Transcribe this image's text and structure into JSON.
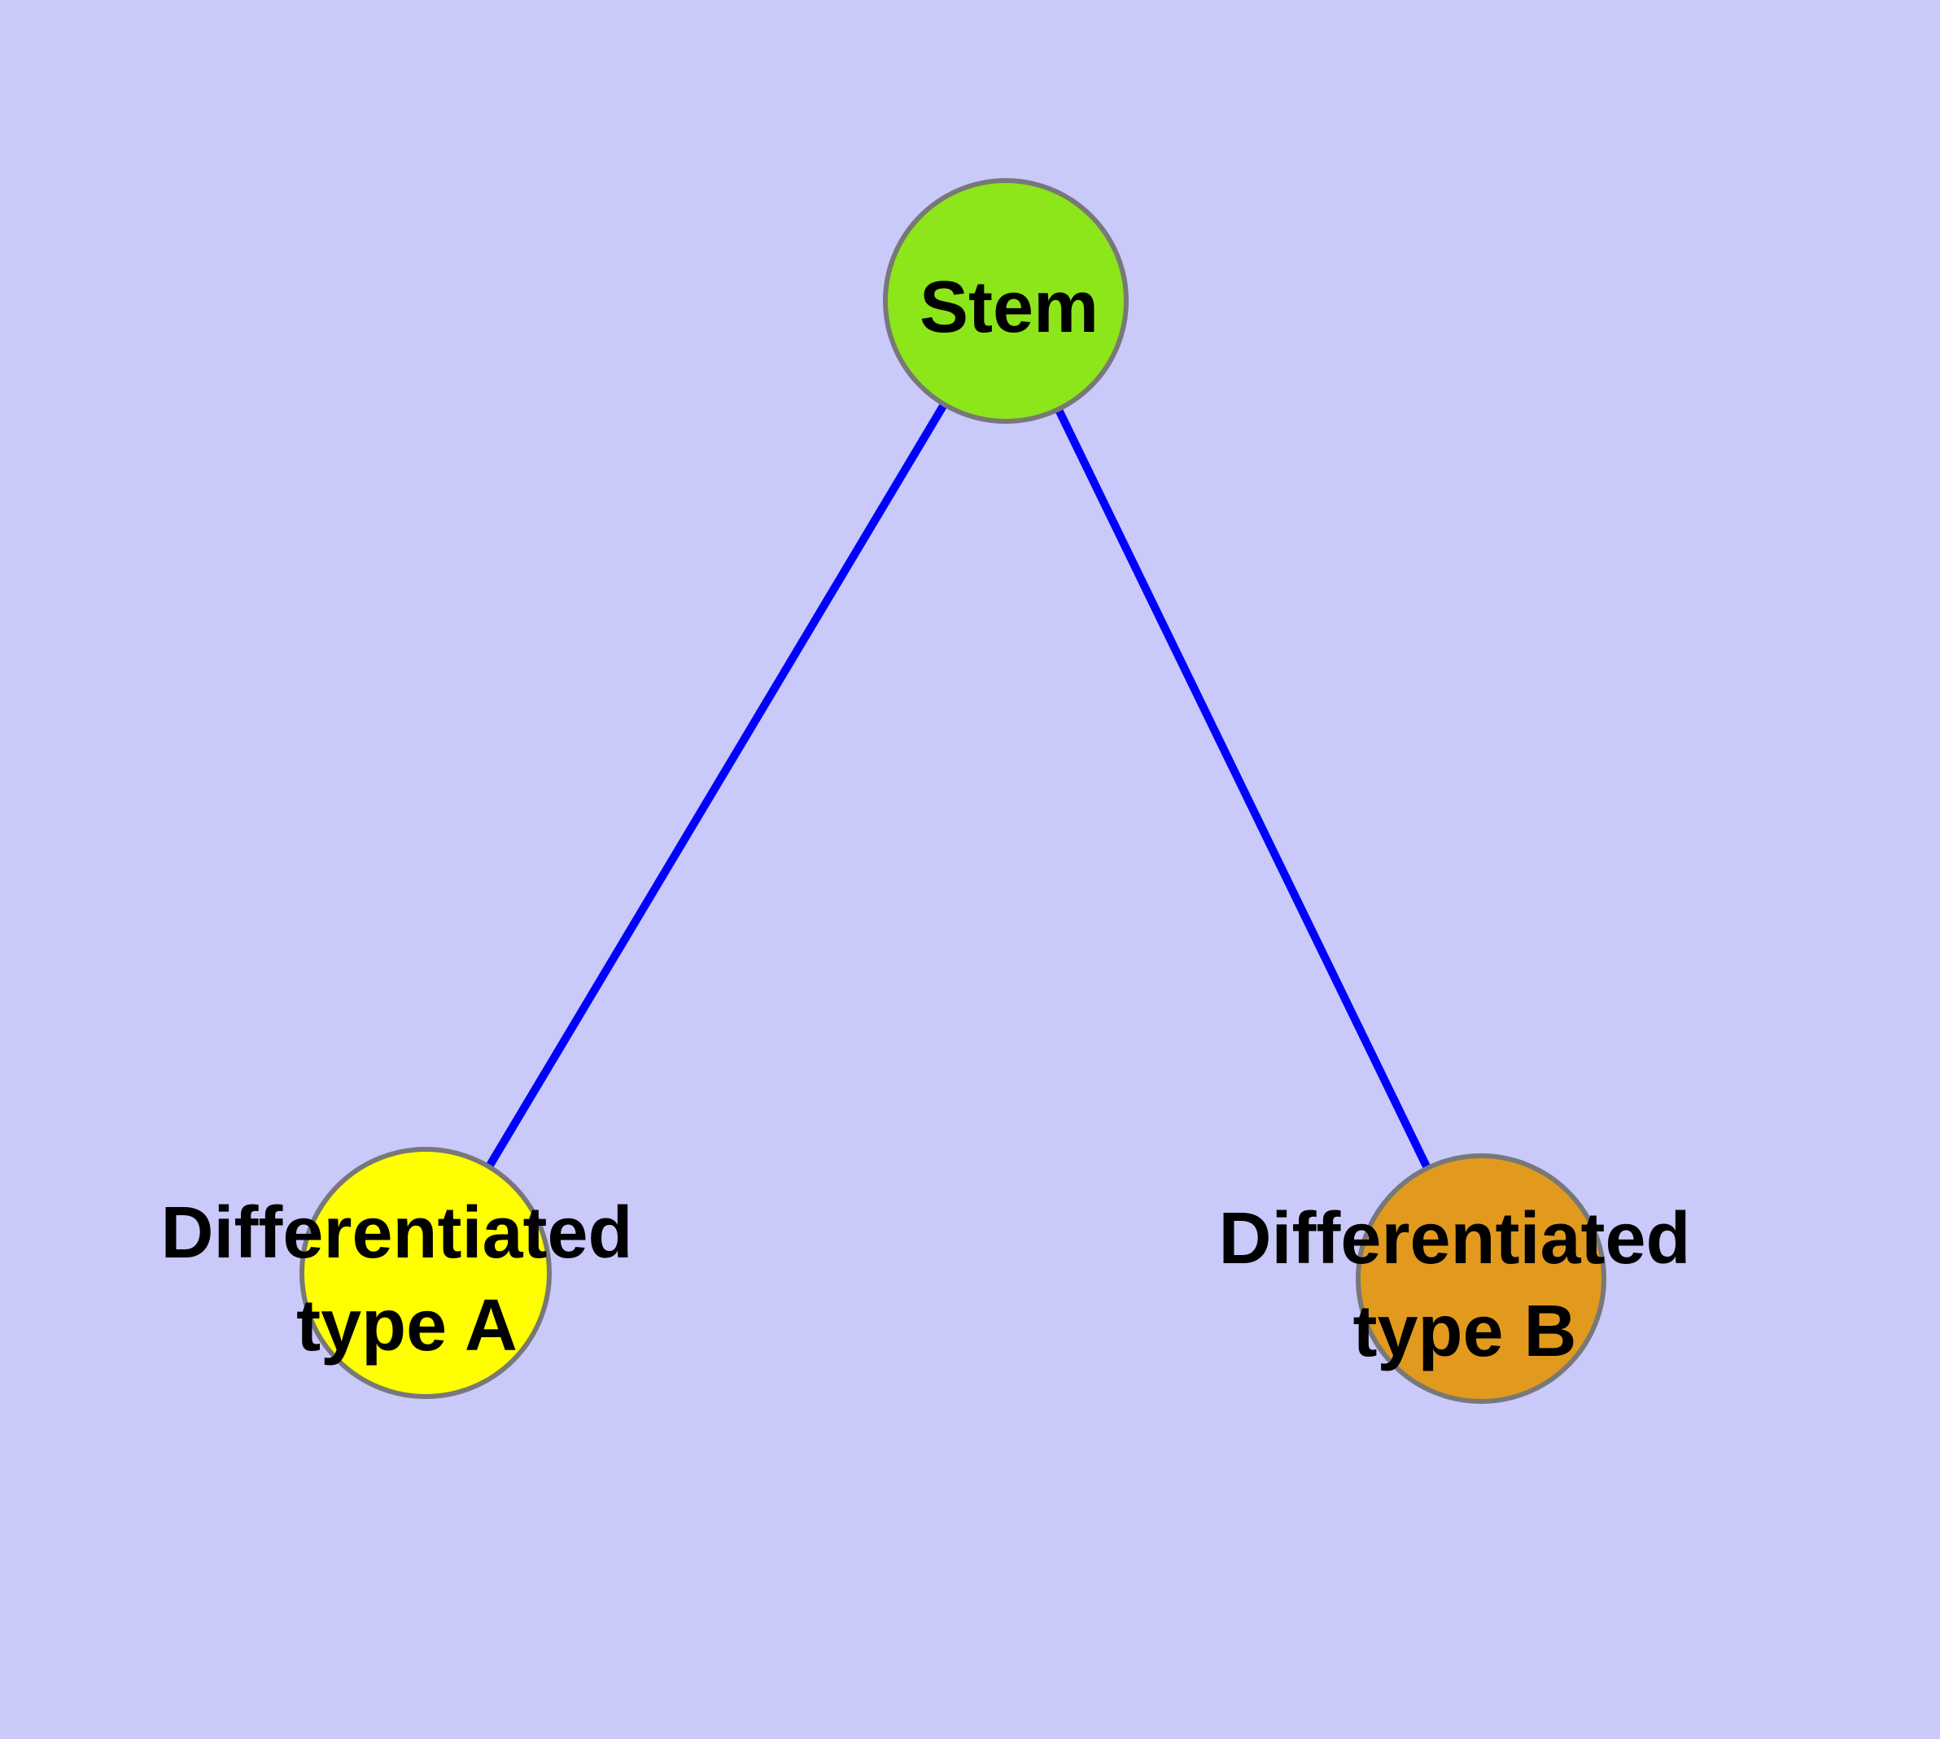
{
  "diagram": {
    "type": "node-link-graph",
    "background_color": "#c9c9fa",
    "edge_color": "#0000ff",
    "node_border_color": "#787878",
    "label_color": "#000000",
    "nodes": {
      "stem": {
        "label": "Stem",
        "fill": "#8ce619"
      },
      "type_a": {
        "label_line1": "Differentiated",
        "label_line2": "type A",
        "fill": "#ffff00"
      },
      "type_b": {
        "label_line1": "Differentiated",
        "label_line2": "type B",
        "fill": "#e29a1e"
      }
    },
    "edges": [
      {
        "from": "Stem",
        "to": "Differentiated type A"
      },
      {
        "from": "Stem",
        "to": "Differentiated type B"
      }
    ]
  }
}
